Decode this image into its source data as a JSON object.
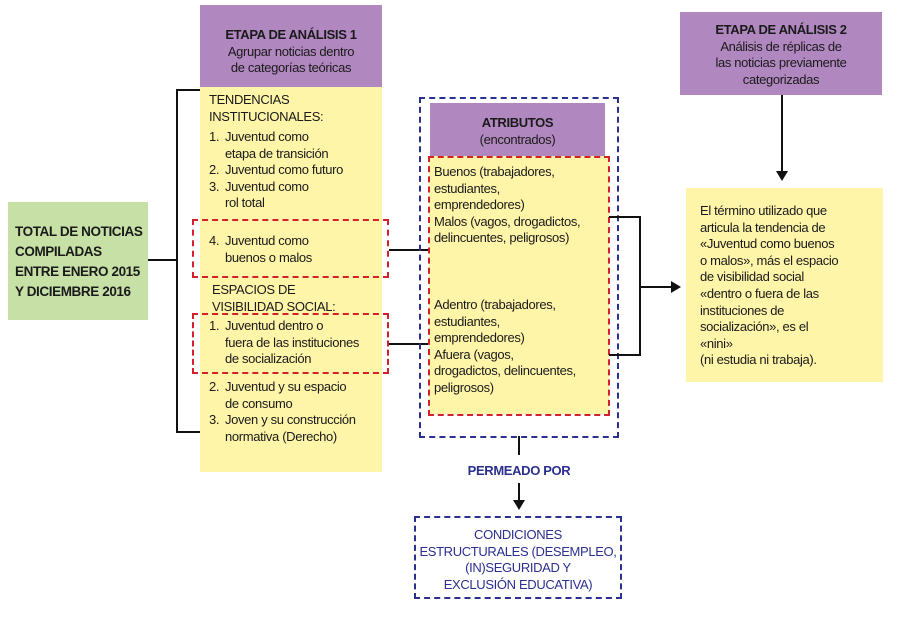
{
  "total_box": {
    "lines": [
      "TOTAL DE NOTICIAS",
      "COMPILADAS",
      "ENTRE ENERO 2015",
      "Y DICIEMBRE 2016"
    ]
  },
  "stage1": {
    "title": "ETAPA DE ANÁLISIS 1",
    "subtitle": [
      "Agrupar noticias dentro",
      "de categorías teóricas"
    ],
    "tendencias_heading": [
      "TENDENCIAS",
      "INSTITUCIONALES:"
    ],
    "tendencias_items": [
      {
        "num": "1.",
        "lines": [
          "Juventud como",
          "etapa de transición"
        ]
      },
      {
        "num": "2.",
        "lines": [
          "Juventud como futuro"
        ]
      },
      {
        "num": "3.",
        "lines": [
          "Juventud como",
          "rol total"
        ]
      },
      {
        "num": "4.",
        "lines": [
          "Juventud como",
          "buenos o malos"
        ]
      }
    ],
    "espacios_heading": [
      "ESPACIOS DE",
      "VISIBILIDAD SOCIAL:"
    ],
    "espacios_items": [
      {
        "num": "1.",
        "lines": [
          "Juventud dentro o",
          "fuera de las instituciones",
          "de socialización"
        ]
      },
      {
        "num": "2.",
        "lines": [
          "Juventud y su espacio",
          "de consumo"
        ]
      },
      {
        "num": "3.",
        "lines": [
          "Joven y su construcción",
          "normativa (Derecho)"
        ]
      }
    ]
  },
  "atributos": {
    "title": "ATRIBUTOS",
    "subtitle": "(encontrados)",
    "group1": [
      "Buenos (trabajadores,",
      "estudiantes,",
      "emprendedores)",
      "Malos (vagos, drogadictos,",
      "delincuentes, peligrosos)"
    ],
    "group2": [
      "Adentro (trabajadores,",
      "estudiantes,",
      "emprendedores)",
      "Afuera (vagos,",
      "drogadictos, delincuentes,",
      "peligrosos)"
    ]
  },
  "permeado": {
    "label": "PERMEADO POR"
  },
  "condiciones": {
    "lines": [
      "CONDICIONES",
      "ESTRUCTURALES (DESEMPLEO,",
      "(IN)SEGURIDAD Y",
      "EXCLUSIÓN EDUCATIVA)"
    ]
  },
  "stage2": {
    "title": "ETAPA DE ANÁLISIS 2",
    "subtitle": [
      "Análisis de réplicas de",
      "las noticias previamente",
      "categorizadas"
    ]
  },
  "conclusion": {
    "lines": [
      "El término utilizado que",
      "articula la tendencia de",
      "«Juventud como buenos",
      "o malos», más el espacio",
      "de visibilidad social",
      "«dentro o fuera de las",
      "instituciones de",
      "socialización», es el",
      "«nini»",
      "(ni estudia ni trabaja)."
    ]
  },
  "colors": {
    "purple": "#b088bf",
    "yellow": "#fff5a9",
    "green": "#c6e0a6",
    "red_dash": "#d4202a",
    "blue_dash": "#2b2f8f"
  }
}
